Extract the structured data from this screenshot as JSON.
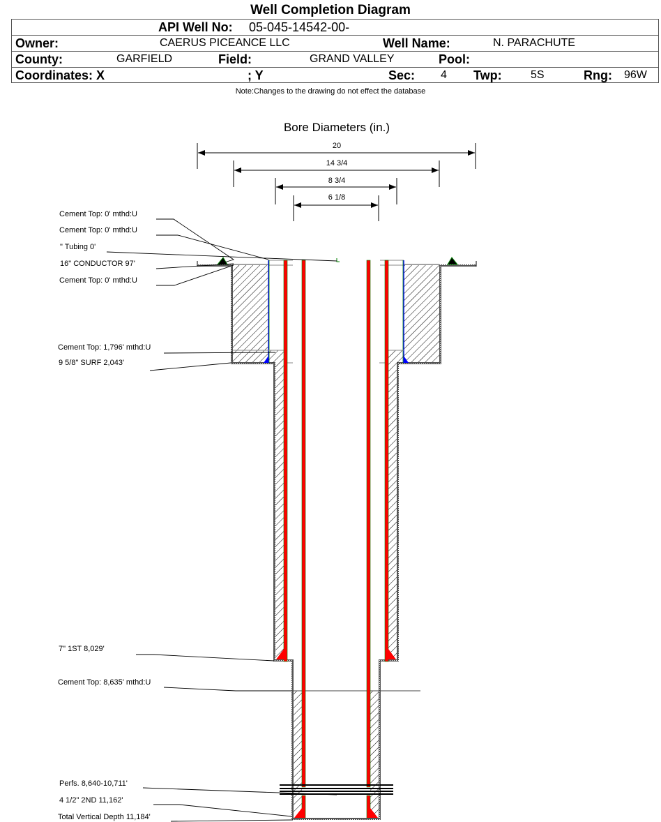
{
  "title": "Well Completion Diagram",
  "header": {
    "api_label": "API Well No:",
    "api_value": "05-045-14542-00-",
    "owner_label": "Owner:",
    "owner_value": "CAERUS PICEANCE LLC",
    "well_name_label": "Well Name:",
    "well_name_value": "N. PARACHUTE",
    "county_label": "County:",
    "county_value": "GARFIELD",
    "field_label": "Field:",
    "field_value": "GRAND VALLEY",
    "pool_label": "Pool:",
    "pool_value": "",
    "coords_label": "Coordinates: X",
    "coords_y_label": "; Y",
    "sec_label": "Sec:",
    "sec_value": "4",
    "twp_label": "Twp:",
    "twp_value": "5S",
    "rng_label": "Rng:",
    "rng_value": "96W"
  },
  "note": "Note:Changes to the drawing do not effect the database",
  "bore_diameters": {
    "title": "Bore Diameters (in.)",
    "items": [
      {
        "label": "20",
        "value_in": 20
      },
      {
        "label": "14 3/4",
        "value_in": 14.75
      },
      {
        "label": "8 3/4",
        "value_in": 8.75
      },
      {
        "label": "6 1/8",
        "value_in": 6.125
      }
    ]
  },
  "callouts": [
    {
      "text": "Cement Top: 0' mthd:U"
    },
    {
      "text": "Cement Top: 0' mthd:U"
    },
    {
      "text": "\" Tubing 0'"
    },
    {
      "text": "16\" CONDUCTOR  97'"
    },
    {
      "text": "Cement Top: 0' mthd:U"
    },
    {
      "text": "Cement Top: 1,796' mthd:U"
    },
    {
      "text": "9 5/8\" SURF      2,043'"
    },
    {
      "text": "7\" 1ST       8,029'"
    },
    {
      "text": "Cement Top: 8,635' mthd:U"
    },
    {
      "text": "Perfs. 8,640-10,711'"
    },
    {
      "text": "4 1/2\" 2ND       11,162'"
    },
    {
      "text": "Total Vertical Depth 11,184'"
    }
  ],
  "colors": {
    "casing": "#ff0000",
    "casing_edge": "#008000",
    "conductor": "#0000ff",
    "hatch": "#000000",
    "outline": "#555555"
  }
}
